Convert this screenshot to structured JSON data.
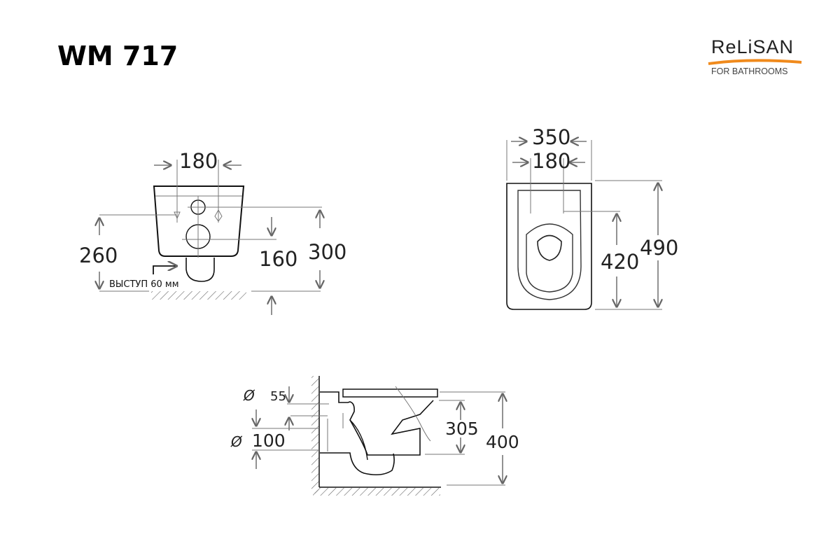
{
  "title": "WM 717",
  "logo": {
    "brand": "ReLiSAN",
    "tagline": "FOR BATHROOMS",
    "accent_color": "#f08a1c"
  },
  "front_view": {
    "dim_width": "180",
    "dim_left_height": "260",
    "dim_center_height": "160",
    "dim_right_height": "300",
    "note": "ВЫСТУП 60 мм"
  },
  "top_view": {
    "dim_total_width": "350",
    "dim_inner_width": "180",
    "dim_inner_length": "420",
    "dim_total_length": "490"
  },
  "side_view": {
    "diameter_symbol": "Ø",
    "dim_small_pipe": "55",
    "dim_large_pipe": "100",
    "dim_bowl_height": "305",
    "dim_total_height": "400"
  }
}
